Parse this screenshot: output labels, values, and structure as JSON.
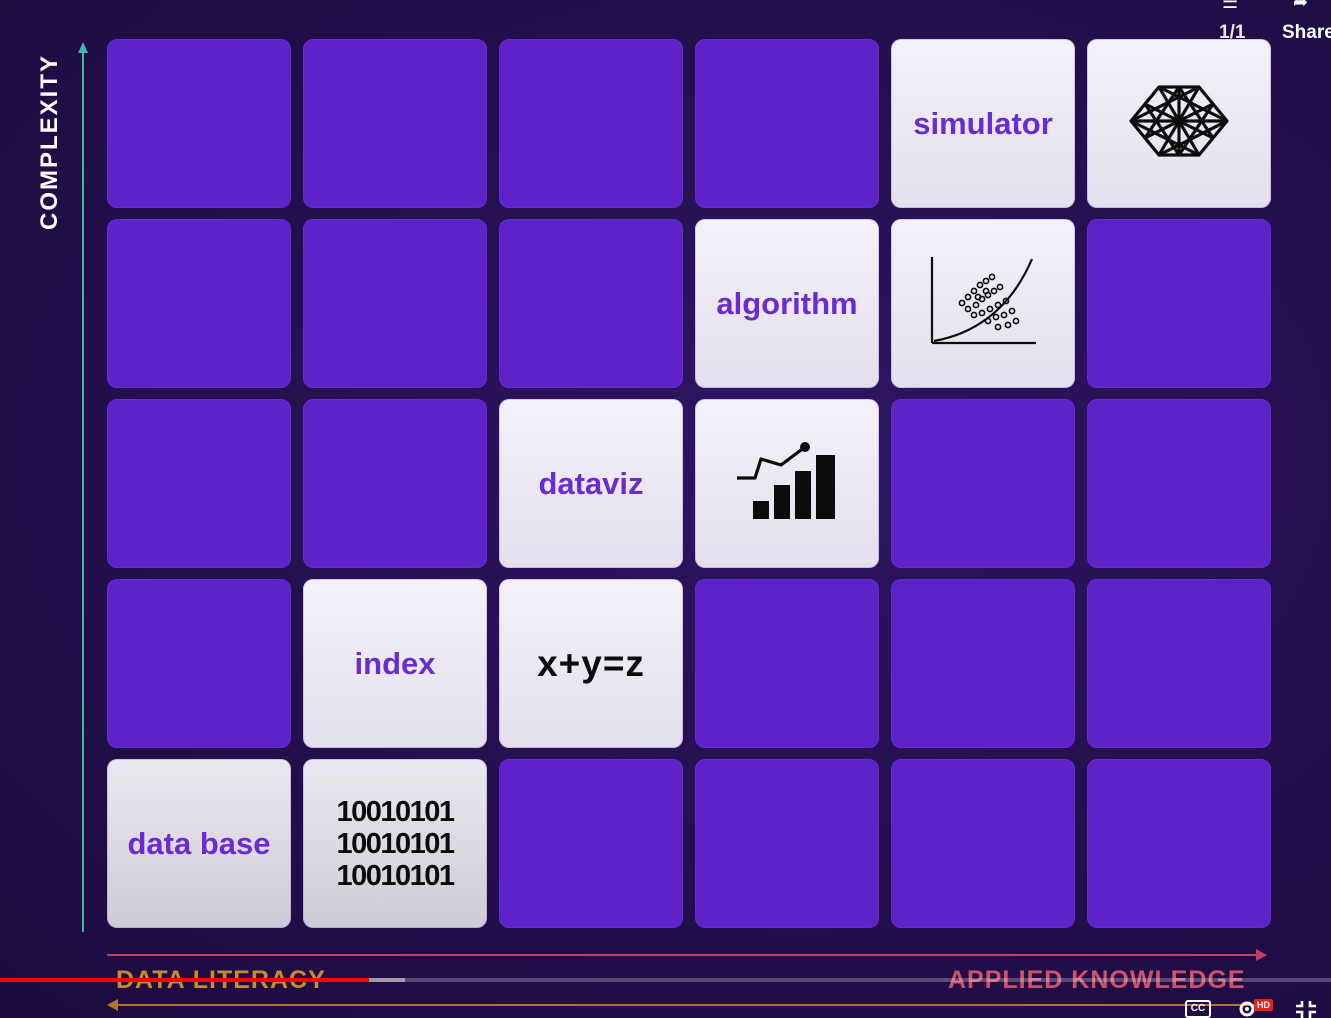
{
  "y_axis": {
    "label": "COMPLEXITY"
  },
  "x_axis": {
    "left_label": "DATA LITERACY",
    "right_label": "APPLIED KNOWLEDGE"
  },
  "grid": {
    "rows": [
      [
        {
          "kind": "empty"
        },
        {
          "kind": "empty"
        },
        {
          "kind": "empty"
        },
        {
          "kind": "empty"
        },
        {
          "kind": "label",
          "text": "simulator"
        },
        {
          "kind": "icon",
          "icon": "neural-network-icon"
        }
      ],
      [
        {
          "kind": "empty"
        },
        {
          "kind": "empty"
        },
        {
          "kind": "empty"
        },
        {
          "kind": "label",
          "text": "algorithm"
        },
        {
          "kind": "icon",
          "icon": "scatter-plot-icon"
        },
        {
          "kind": "empty"
        }
      ],
      [
        {
          "kind": "empty"
        },
        {
          "kind": "empty"
        },
        {
          "kind": "label",
          "text": "dataviz"
        },
        {
          "kind": "icon",
          "icon": "bar-chart-trend-icon"
        },
        {
          "kind": "empty"
        },
        {
          "kind": "empty"
        }
      ],
      [
        {
          "kind": "empty"
        },
        {
          "kind": "label",
          "text": "index"
        },
        {
          "kind": "math",
          "text": "x+y=z"
        },
        {
          "kind": "empty"
        },
        {
          "kind": "empty"
        },
        {
          "kind": "empty"
        }
      ],
      [
        {
          "kind": "label",
          "text": "data base",
          "grey": true
        },
        {
          "kind": "binary",
          "lines": [
            "10010101",
            "10010101",
            "10010101"
          ],
          "grey": true
        },
        {
          "kind": "empty"
        },
        {
          "kind": "empty"
        },
        {
          "kind": "empty"
        },
        {
          "kind": "empty"
        }
      ]
    ]
  },
  "player": {
    "counter": "1/1",
    "share_label": "Share",
    "cc_label": "CC",
    "hd_badge": "HD",
    "progress_played": 0.277,
    "progress_buffered": 0.304
  },
  "colors": {
    "tile_dark": "#5d23c8",
    "tile_light": "#f1eef7",
    "label_purple": "#6a2bd0",
    "progress_red": "#ff0000"
  }
}
